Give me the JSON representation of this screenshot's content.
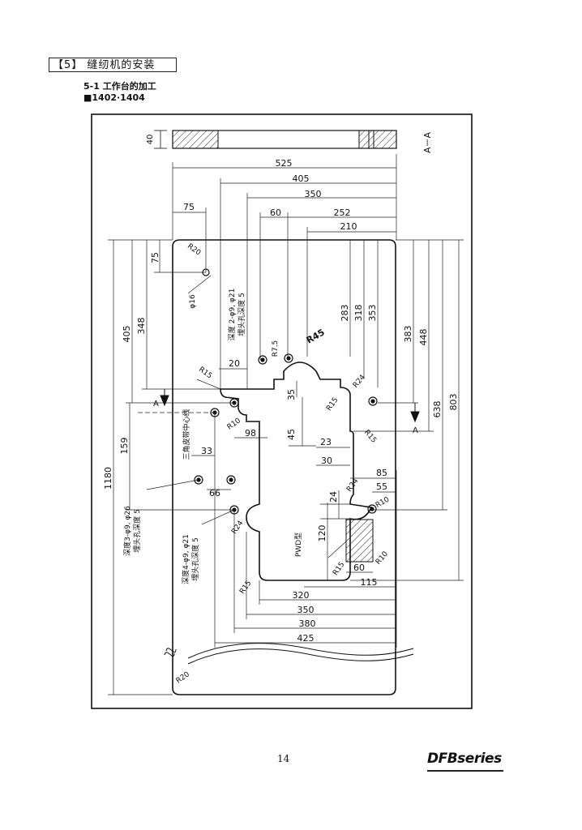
{
  "header": {
    "section_title": "【5】 缝纫机的安装",
    "subsection": "5-1 工作台的加工",
    "model": "■1402·1404"
  },
  "drawing": {
    "section_label": "A－A",
    "section_mark": "A",
    "thickness": "40",
    "horizontal_dims": [
      "525",
      "405",
      "350",
      "252",
      "210",
      "75",
      "60",
      "20",
      "98",
      "33",
      "66",
      "23",
      "30",
      "85",
      "55",
      "60",
      "115",
      "320",
      "350",
      "380",
      "425"
    ],
    "vertical_dims_left": [
      "1180",
      "405",
      "348",
      "159",
      "75"
    ],
    "vertical_dims_inner": [
      "283",
      "318",
      "353",
      "35",
      "45",
      "24",
      "120"
    ],
    "vertical_dims_right": [
      "383",
      "448",
      "638",
      "803"
    ],
    "radii": [
      "R20",
      "R7.5",
      "R45",
      "R15",
      "R24",
      "R15",
      "R10",
      "R15",
      "R24",
      "R10",
      "R24",
      "R15",
      "R15",
      "R10",
      "R20"
    ],
    "diameter_16": "φ16",
    "note_holes_2": "深度 2-φ9, φ21",
    "note_holes_2b": "埋头孔深度 5",
    "note_belt": "三角皮带中心线",
    "note_holes_3": "深度3-φ9, φ26",
    "note_holes_3b": "埋头孔深度 5",
    "note_holes_4": "深度4-φ9, φ21",
    "note_holes_4b": "埋头孔深度 5",
    "pwd_label": "PWD型"
  },
  "footer": {
    "page_number": "14",
    "logo": "DFBseries"
  }
}
